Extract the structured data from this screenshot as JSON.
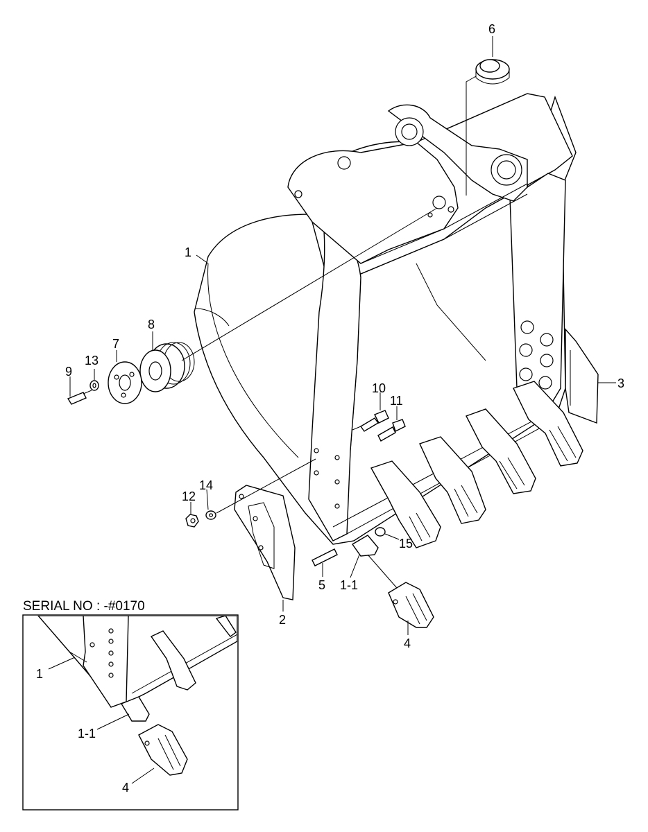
{
  "serial_caption": "SERIAL NO : -#0170",
  "callouts": {
    "c1": "1",
    "c2": "2",
    "c3": "3",
    "c4": "4",
    "c5": "5",
    "c6": "6",
    "c7": "7",
    "c8": "8",
    "c9": "9",
    "c10": "10",
    "c11": "11",
    "c12": "12",
    "c13": "13",
    "c14": "14",
    "c15": "15",
    "c1_1": "1-1"
  },
  "inset_callouts": {
    "c1": "1",
    "c1_1": "1-1",
    "c4": "4"
  }
}
